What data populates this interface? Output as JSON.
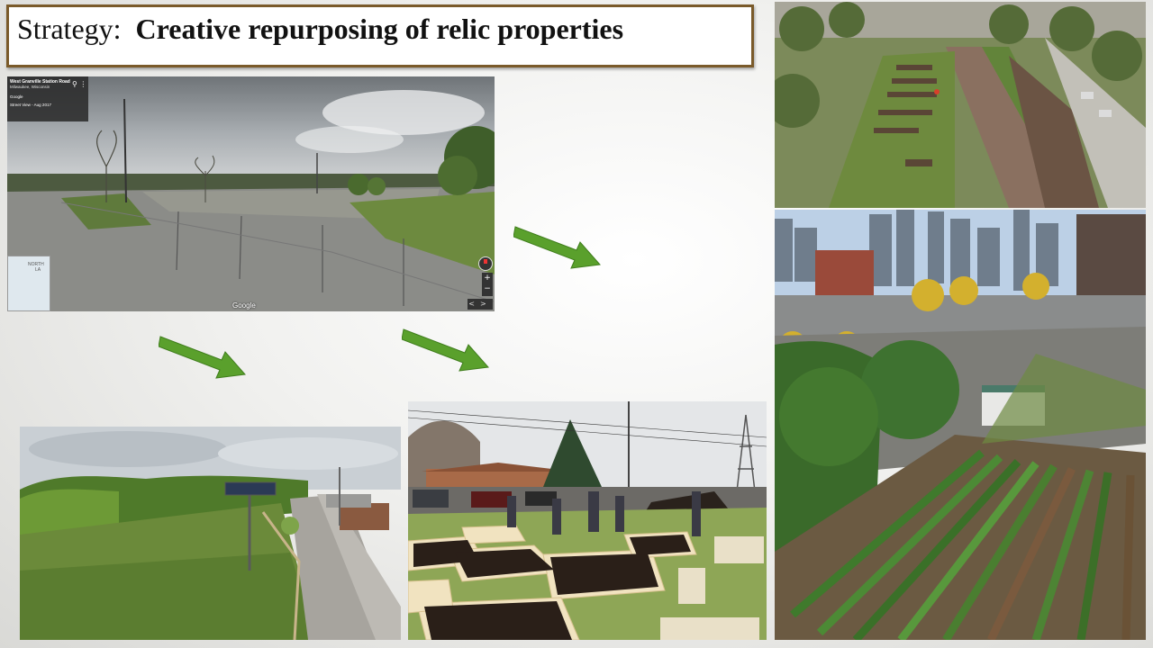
{
  "slide": {
    "title_prefix": "Strategy:",
    "title_bold": "Creative repurposing of relic properties"
  },
  "street_view": {
    "location_title": "West Granville Station Road",
    "location_subtitle": "Milwaukee, Wisconsin",
    "provider": "Google",
    "date_label": "Street View - Aug 2017",
    "watermark": "Google",
    "minimap_label_1": "NORTH",
    "minimap_label_2": "LA",
    "zoom_in": "+",
    "zoom_out": "−",
    "nav_prev": "<",
    "nav_next": ">"
  },
  "icons": {
    "pin": "location-pin-icon",
    "menu": "more-vert-icon"
  },
  "colors": {
    "title_border": "#7a5a2a",
    "arrow_green": "#5aa02c"
  }
}
